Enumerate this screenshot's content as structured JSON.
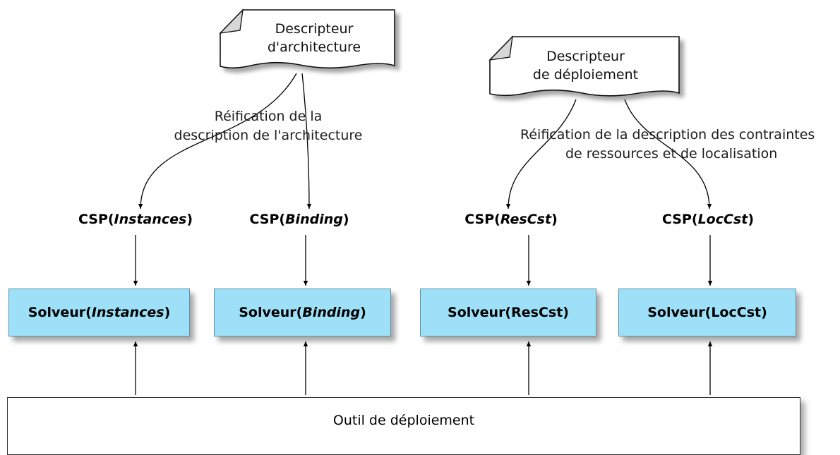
{
  "documents": {
    "architecture": {
      "line1": "Descripteur",
      "line2": "d'architecture"
    },
    "deployment": {
      "line1": "Descripteur",
      "line2": "de déploiement"
    }
  },
  "captions": {
    "architecture": {
      "line1": "Réification de la",
      "line2": "description de l'architecture"
    },
    "deployment": {
      "line1": "Réification de la description des contraintes",
      "line2": "de ressources et de localisation"
    }
  },
  "csp": [
    {
      "prefix": "CSP(",
      "name": "Instances",
      "suffix": ")"
    },
    {
      "prefix": "CSP(",
      "name": "Binding",
      "suffix": ")"
    },
    {
      "prefix": "CSP(",
      "name": "ResCst",
      "suffix": ")"
    },
    {
      "prefix": "CSP(",
      "name": "LocCst",
      "suffix": ")"
    }
  ],
  "solvers": [
    {
      "prefix": "Solveur(",
      "name": "Instances",
      "suffix": ")",
      "italic": true
    },
    {
      "prefix": "Solveur(",
      "name": "Binding",
      "suffix": ")",
      "italic": true
    },
    {
      "prefix": "Solveur(",
      "name": "ResCst",
      "suffix": ")",
      "italic": false
    },
    {
      "prefix": "Solveur(",
      "name": "LocCst",
      "suffix": ")",
      "italic": false
    }
  ],
  "tool": {
    "label": "Outil de déploiement"
  },
  "colors": {
    "solver_fill": "#9ee0f8",
    "line": "#000000"
  }
}
